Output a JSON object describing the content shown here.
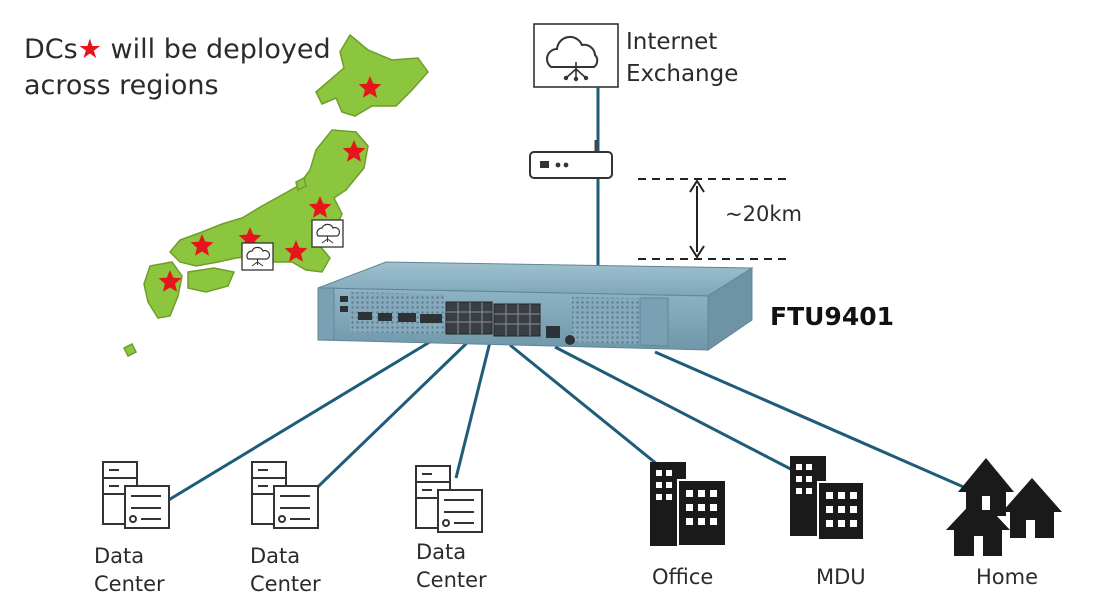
{
  "header_note": {
    "prefix": "DCs",
    "star": "★",
    "line1_rest": " will be deployed",
    "line2": "across regions"
  },
  "internet_exchange": {
    "line1": "Internet",
    "line2": "Exchange",
    "icon": "cloud-network-icon"
  },
  "router": {
    "icon": "router-icon"
  },
  "distance_label": "~20km",
  "device_label": "FTU9401",
  "map": {
    "icon": "japan-map",
    "marker_icon": "red-star-icon",
    "marker_count": 7,
    "color": "#8cc63f",
    "marker_color": "#e8141b"
  },
  "link_color": "#1f5c7a",
  "nodes": [
    {
      "line1": "Data",
      "line2": "Center",
      "icon": "server-rack-icon"
    },
    {
      "line1": "Data",
      "line2": "Center",
      "icon": "server-rack-icon"
    },
    {
      "line1": "Data",
      "line2": "Center",
      "icon": "server-rack-icon"
    },
    {
      "line1": "Office",
      "line2": "",
      "icon": "office-building-icon"
    },
    {
      "line1": "MDU",
      "line2": "",
      "icon": "apartment-building-icon"
    },
    {
      "line1": "Home",
      "line2": "",
      "icon": "houses-icon"
    }
  ]
}
